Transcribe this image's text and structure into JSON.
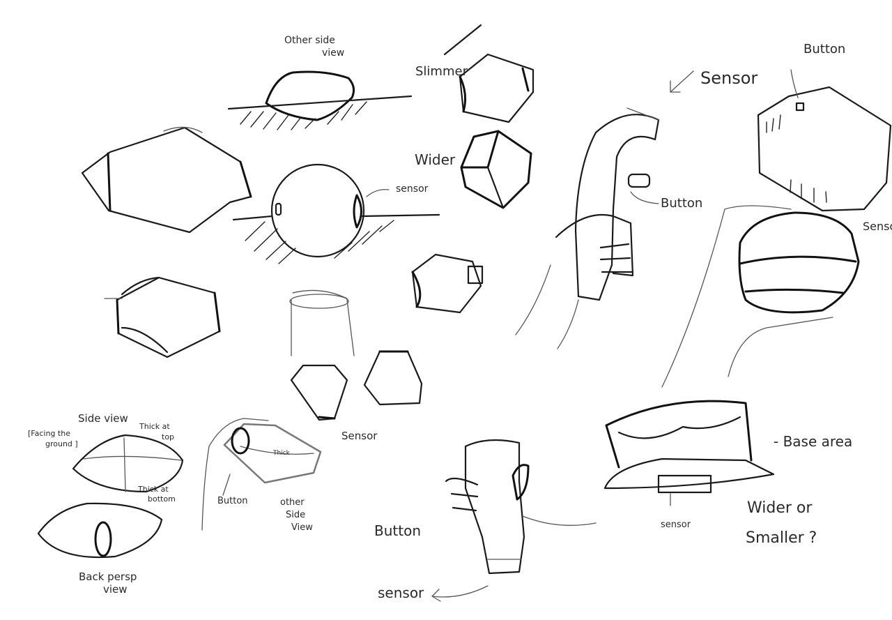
{
  "labels": {
    "other_side_view_1": "Other side",
    "other_side_view_2": "view",
    "slimmer": "Slimmer",
    "wider": "Wider",
    "sensor_main": "Sensor",
    "button_top_right": "Button",
    "button_handle": "Button",
    "sensor_circle": "sensor",
    "sensor_right": "Sensor",
    "side_view": "Side view",
    "facing_ground_1": "[Facing the",
    "facing_ground_2": "ground ]",
    "thick_top_1": "Thick at",
    "thick_top_2": "top",
    "thick_bottom_1": "Thick at",
    "thick_bottom_2": "bottom",
    "back_persp_1": "Back persp",
    "back_persp_2": "view",
    "thick": "Thick",
    "button_hand": "Button",
    "other_side_view_b1": "other",
    "other_side_view_b2": "Side",
    "other_side_view_b3": "View",
    "sensor_hand": "Sensor",
    "button_bottle": "Button",
    "sensor_bottle": "sensor",
    "base_area": "- Base area",
    "sensor_iron": "sensor",
    "wider_or_1": "Wider or",
    "wider_or_2": "Smaller ?"
  }
}
